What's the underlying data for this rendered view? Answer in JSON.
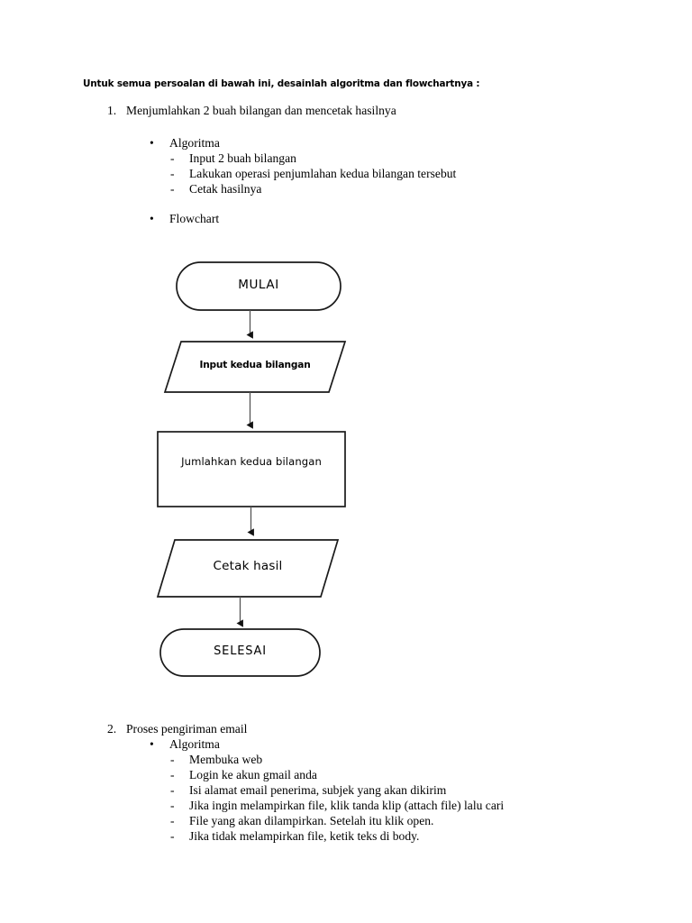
{
  "document": {
    "heading": "Untuk semua persoalan di bawah ini,  desainlah algoritma dan flowchartnya :",
    "background_color": "#ffffff",
    "text_color": "#000000"
  },
  "items": [
    {
      "number": "1.",
      "title": "Menjumlahkan  2 buah bilangan  dan mencetak  hasilnya",
      "sections": [
        {
          "bullet": "•",
          "label": "Algoritma",
          "steps": [
            "Input 2 buah bilangan",
            "Lakukan operasi penjumlahan  kedua bilangan  tersebut",
            "Cetak hasilnya"
          ]
        },
        {
          "bullet": "•",
          "label": "Flowchart",
          "steps": []
        }
      ]
    },
    {
      "number": "2.",
      "title": "Proses pengiriman  email",
      "sections": [
        {
          "bullet": "•",
          "label": "Algoritma",
          "steps": [
            "Membuka  web",
            "Login ke akun gmail  anda",
            "Isi alamat email penerima, subjek yang akan dikirim",
            "Jika ingin melampirkan file, klik tanda klip (attach file) lalu cari",
            "File yang akan dilampirkan.  Setelah itu klik open.",
            "Jika tidak melampirkan file, ketik teks di body."
          ]
        }
      ]
    }
  ],
  "dash_marker": "-",
  "flowchart": {
    "stroke_color": "#1a1a1a",
    "fill_color": "#ffffff",
    "nodes": [
      {
        "id": "start",
        "shape": "terminator",
        "text": "MULAI"
      },
      {
        "id": "input",
        "shape": "parallelogram",
        "text": "Input kedua bilangan"
      },
      {
        "id": "process",
        "shape": "rectangle",
        "text": "Jumlahkan kedua bilangan"
      },
      {
        "id": "output",
        "shape": "parallelogram",
        "text": "Cetak hasil"
      },
      {
        "id": "end",
        "shape": "terminator",
        "text": "SELESAI"
      }
    ],
    "connectors": [
      {
        "from": "start",
        "to": "input"
      },
      {
        "from": "input",
        "to": "process"
      },
      {
        "from": "process",
        "to": "output"
      },
      {
        "from": "output",
        "to": "end"
      }
    ]
  }
}
